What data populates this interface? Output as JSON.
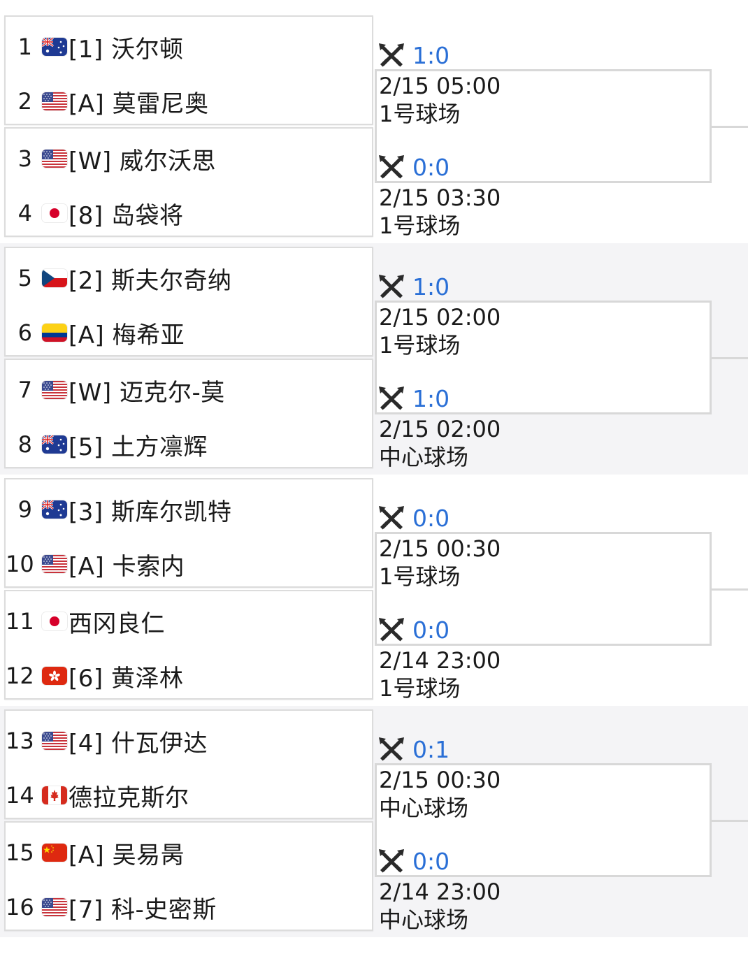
{
  "groups": [
    {
      "players": [
        {
          "num": "1",
          "flag": "australia",
          "name": "[1] 沃尔顿"
        },
        {
          "num": "2",
          "flag": "usa",
          "name": "[A] 莫雷尼奥"
        },
        {
          "num": "3",
          "flag": "usa",
          "name": "[W] 威尔沃思"
        },
        {
          "num": "4",
          "flag": "japan",
          "name": "[8] 岛袋将"
        }
      ],
      "matches": [
        {
          "score": "1:0",
          "datetime": "2/15 05:00",
          "court": "1号球场"
        },
        {
          "score": "0:0",
          "datetime": "2/15 03:30",
          "court": "1号球场"
        }
      ]
    },
    {
      "players": [
        {
          "num": "5",
          "flag": "czech",
          "name": "[2] 斯夫尔奇纳"
        },
        {
          "num": "6",
          "flag": "colombia",
          "name": "[A] 梅希亚"
        },
        {
          "num": "7",
          "flag": "usa",
          "name": "[W] 迈克尔-莫"
        },
        {
          "num": "8",
          "flag": "australia",
          "name": "[5] 土方凛辉"
        }
      ],
      "matches": [
        {
          "score": "1:0",
          "datetime": "2/15 02:00",
          "court": "1号球场"
        },
        {
          "score": "1:0",
          "datetime": "2/15 02:00",
          "court": "中心球场"
        }
      ]
    },
    {
      "players": [
        {
          "num": "9",
          "flag": "australia",
          "name": "[3] 斯库尔凯特"
        },
        {
          "num": "10",
          "flag": "usa",
          "name": "[A] 卡索内"
        },
        {
          "num": "11",
          "flag": "japan",
          "name": "西冈良仁"
        },
        {
          "num": "12",
          "flag": "hongkong",
          "name": "[6] 黄泽林"
        }
      ],
      "matches": [
        {
          "score": "0:0",
          "datetime": "2/15 00:30",
          "court": "1号球场"
        },
        {
          "score": "0:0",
          "datetime": "2/14 23:00",
          "court": "1号球场"
        }
      ]
    },
    {
      "players": [
        {
          "num": "13",
          "flag": "usa",
          "name": "[4] 什瓦伊达"
        },
        {
          "num": "14",
          "flag": "canada",
          "name": "德拉克斯尔"
        },
        {
          "num": "15",
          "flag": "china",
          "name": "[A] 吴易昺"
        },
        {
          "num": "16",
          "flag": "usa",
          "name": "[7] 科-史密斯"
        }
      ],
      "matches": [
        {
          "score": "0:1",
          "datetime": "2/15 00:30",
          "court": "中心球场"
        },
        {
          "score": "0:0",
          "datetime": "2/14 23:00",
          "court": "中心球场"
        }
      ]
    }
  ],
  "colors": {
    "score": "#2a6fd6",
    "border": "#d8d8d8",
    "alt_bg": "#f4f4f6"
  },
  "icons": {
    "match": "crossed-swords-icon"
  }
}
